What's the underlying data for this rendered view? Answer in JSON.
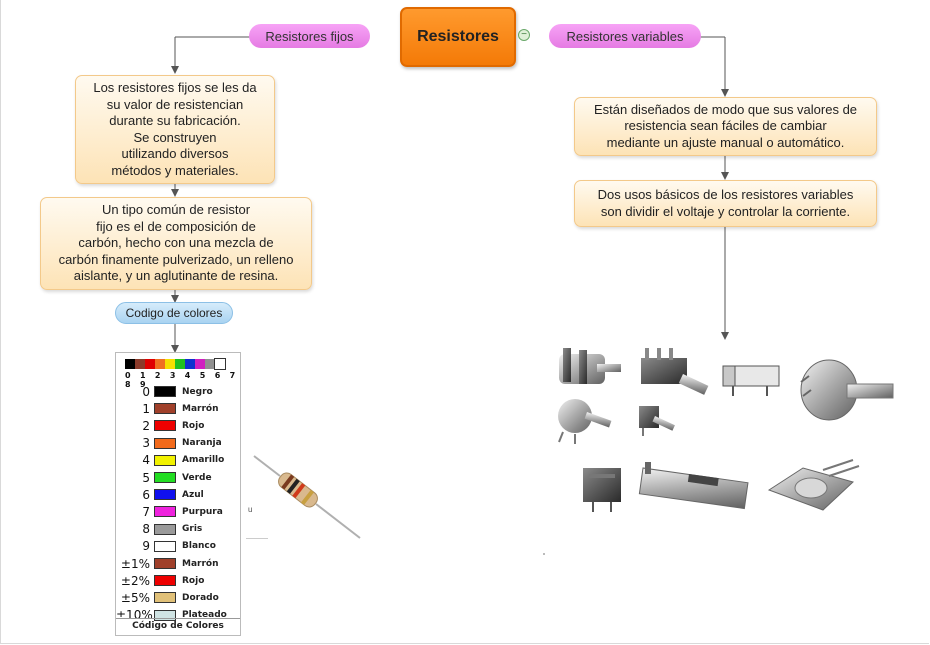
{
  "center": {
    "label": "Resistores"
  },
  "branches": {
    "left": {
      "label": "Resistores fijos"
    },
    "right": {
      "label": "Resistores variables"
    }
  },
  "left_boxes": [
    {
      "text": "Los resistores fijos se les da\nsu valor de resistencian\ndurante su fabricación.\nSe construyen\nutilizando diversos\nmétodos y materiales."
    },
    {
      "text": "Un tipo común de resistor\nfijo es el de composición de\ncarbón, hecho con una mezcla de\ncarbón finamente pulverizado, un relleno\naislante, y un aglutinante de resina."
    }
  ],
  "color_code_pill": {
    "label": "Codigo de colores"
  },
  "right_boxes": [
    {
      "text": "Están diseñados de modo que sus valores de\nresistencia sean fáciles de cambiar\nmediante un ajuste manual o automático."
    },
    {
      "text": "Dos usos básicos de los resistores variables\nson dividir el voltaje y controlar la corriente."
    }
  ],
  "color_chart": {
    "digits": "0 1 2 3 4 5 6 7 8 9",
    "strip_colors": [
      "#000000",
      "#8b3a2a",
      "#e00000",
      "#f07020",
      "#f5e000",
      "#20c020",
      "#1030d0",
      "#d020c0",
      "#909090",
      "#ffffff"
    ],
    "rows": [
      {
        "num": "0",
        "name": "Negro",
        "color": "#000000"
      },
      {
        "num": "1",
        "name": "Marrón",
        "color": "#a0402a"
      },
      {
        "num": "2",
        "name": "Rojo",
        "color": "#ee0000"
      },
      {
        "num": "3",
        "name": "Naranja",
        "color": "#f26a1b"
      },
      {
        "num": "4",
        "name": "Amarillo",
        "color": "#f2f200"
      },
      {
        "num": "5",
        "name": "Verde",
        "color": "#22dd22"
      },
      {
        "num": "6",
        "name": "Azul",
        "color": "#1010ee"
      },
      {
        "num": "7",
        "name": "Purpura",
        "color": "#ee22dd"
      },
      {
        "num": "8",
        "name": "Gris",
        "color": "#9a9a9a"
      },
      {
        "num": "9",
        "name": "Blanco",
        "color": "#ffffff"
      },
      {
        "num": "±1%",
        "name": "Marrón",
        "color": "#a0402a"
      },
      {
        "num": "±2%",
        "name": "Rojo",
        "color": "#ee0000"
      },
      {
        "num": "±5%",
        "name": "Dorado",
        "color": "#e0c078"
      },
      {
        "num": "±10%",
        "name": "Plateado",
        "color": "#cfe3e3"
      }
    ],
    "footer": "Código de Colores"
  },
  "icons": {
    "resistor": "carbon-resistor-icon",
    "potentiometers": "potentiometer-icon"
  }
}
